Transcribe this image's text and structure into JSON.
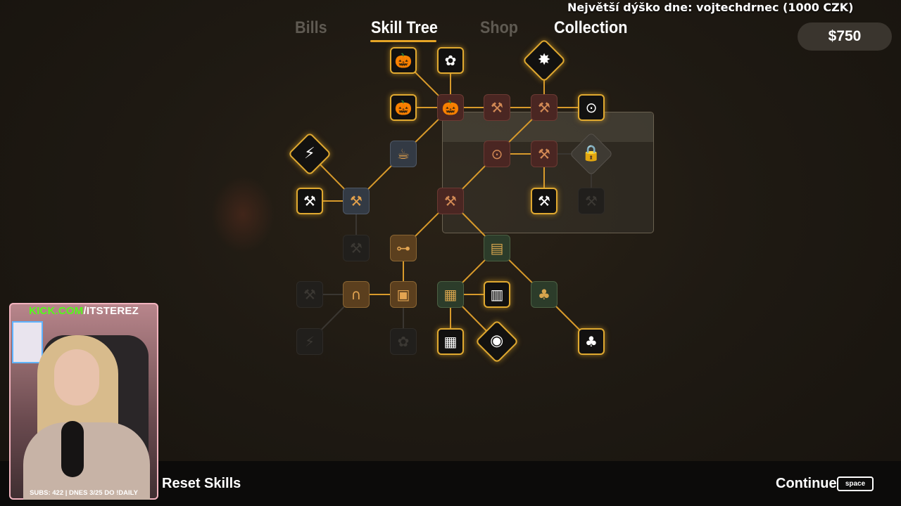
{
  "banner": {
    "text": "Největší dýško dne: vojtechdrnec (1000 CZK)"
  },
  "tabs": [
    {
      "label": "Bills",
      "state": "dim"
    },
    {
      "label": "Skill Tree",
      "state": "active"
    },
    {
      "label": "Shop",
      "state": "dim"
    },
    {
      "label": "Collection",
      "state": "bright"
    }
  ],
  "money": {
    "value": "$750"
  },
  "colors": {
    "accent": "#e6a526",
    "owned_border": "#e0a930",
    "line": "#d89a2b"
  },
  "skill_nodes": [
    {
      "id": "n1",
      "icon": "pumpkin-icon",
      "glyph": "🎃",
      "state": "owned"
    },
    {
      "id": "n2",
      "icon": "nuts-icon",
      "glyph": "✿",
      "state": "owned"
    },
    {
      "id": "n3",
      "icon": "impact-icon",
      "glyph": "✸",
      "state": "owned",
      "shape": "diamond"
    },
    {
      "id": "n4",
      "icon": "pumpkin-icon",
      "glyph": "🎃",
      "state": "owned"
    },
    {
      "id": "n5",
      "icon": "pumpkin-icon",
      "glyph": "🎃",
      "state": "avail-red"
    },
    {
      "id": "n6",
      "icon": "hammer-icon",
      "glyph": "⚒",
      "state": "avail-red"
    },
    {
      "id": "n7",
      "icon": "hammer-icon",
      "glyph": "⚒",
      "state": "avail-red"
    },
    {
      "id": "n8",
      "icon": "target-icon",
      "glyph": "⊙",
      "state": "owned"
    },
    {
      "id": "n9",
      "icon": "lightning-icon",
      "glyph": "⚡",
      "state": "owned",
      "shape": "diamond"
    },
    {
      "id": "n10",
      "icon": "coffee-mug-icon",
      "glyph": "☕",
      "state": "avail-blue"
    },
    {
      "id": "n11",
      "icon": "target-icon",
      "glyph": "⊙",
      "state": "avail-red"
    },
    {
      "id": "n12",
      "icon": "hammer-icon",
      "glyph": "⚒",
      "state": "avail-red"
    },
    {
      "id": "n13",
      "icon": "lock-icon",
      "glyph": "🔒",
      "state": "lock",
      "shape": "diamond"
    },
    {
      "id": "n14",
      "icon": "hammer-icon",
      "glyph": "⚒",
      "state": "owned"
    },
    {
      "id": "n15",
      "icon": "hammer-icon",
      "glyph": "⚒",
      "state": "avail-blue"
    },
    {
      "id": "n16",
      "icon": "hammer-icon",
      "glyph": "⚒",
      "state": "avail-red"
    },
    {
      "id": "n17",
      "icon": "hammer-icon",
      "glyph": "⚒",
      "state": "owned"
    },
    {
      "id": "n18",
      "icon": "hammer-icon",
      "glyph": "⚒",
      "state": "dim"
    },
    {
      "id": "n19",
      "icon": "hammer-icon",
      "glyph": "⚒",
      "state": "dim"
    },
    {
      "id": "n20",
      "icon": "dumbbell-icon",
      "glyph": "⊶",
      "state": "avail-orange"
    },
    {
      "id": "n21",
      "icon": "tickets-icon",
      "glyph": "▤",
      "state": "avail-green"
    },
    {
      "id": "n22",
      "icon": "hammer-icon",
      "glyph": "⚒",
      "state": "dim"
    },
    {
      "id": "n23",
      "icon": "grip-icon",
      "glyph": "∩",
      "state": "avail-orange"
    },
    {
      "id": "n24",
      "icon": "card-icon",
      "glyph": "▣",
      "state": "avail-orange"
    },
    {
      "id": "n25",
      "icon": "cash-register-icon",
      "glyph": "▦",
      "state": "avail-green"
    },
    {
      "id": "n26",
      "icon": "receipt-icon",
      "glyph": "▥",
      "state": "owned"
    },
    {
      "id": "n27",
      "icon": "clover-icon",
      "glyph": "♣",
      "state": "avail-green"
    },
    {
      "id": "n28",
      "icon": "lightning-icon",
      "glyph": "⚡",
      "state": "dim"
    },
    {
      "id": "n29",
      "icon": "flower-icon",
      "glyph": "✿",
      "state": "dim"
    },
    {
      "id": "n30",
      "icon": "cash-register-icon",
      "glyph": "▦",
      "state": "owned"
    },
    {
      "id": "n31",
      "icon": "piggy-bank-icon",
      "glyph": "◉",
      "state": "owned",
      "shape": "diamond"
    },
    {
      "id": "n32",
      "icon": "clover-icon",
      "glyph": "♣",
      "state": "owned"
    }
  ],
  "bottom": {
    "reset_label": "Reset Skills",
    "continue_label": "Continue",
    "continue_key": "space"
  },
  "webcam": {
    "kick_prefix": "KICK.COM",
    "kick_suffix": "/ITSTEREZ",
    "subs_text": "SUBS: 422 | DNES 3/25 DO !DAILY"
  }
}
